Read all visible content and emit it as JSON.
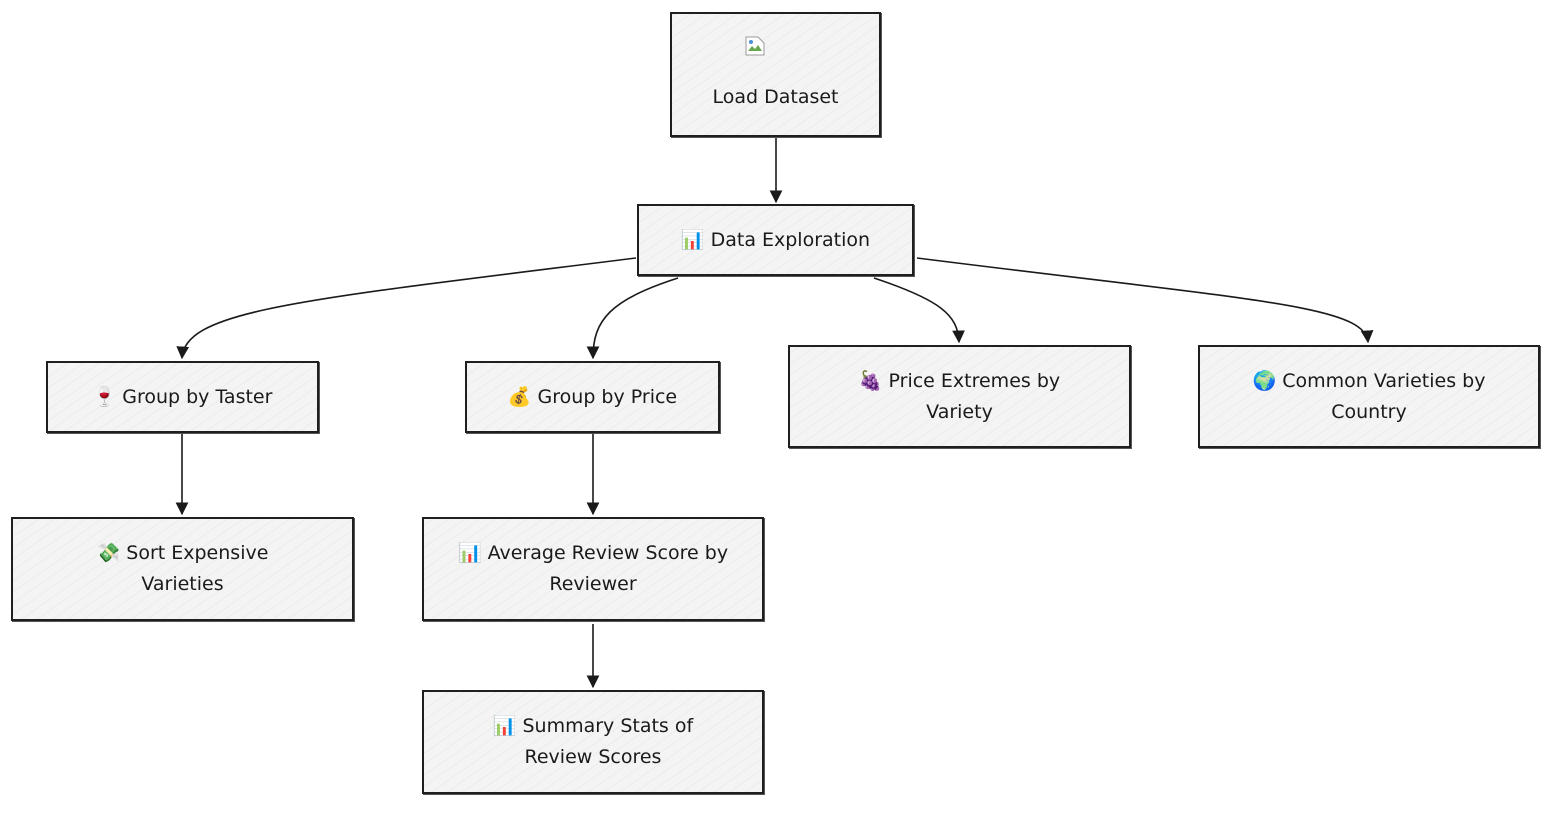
{
  "diagram": {
    "nodes": [
      {
        "id": "load",
        "name": "node-load-dataset",
        "icon_name": "broken-image-icon",
        "icon": "",
        "label": "Load Dataset"
      },
      {
        "id": "explore",
        "name": "node-data-exploration",
        "icon_name": "bar-chart-icon",
        "icon": "📊",
        "label": "Data Exploration"
      },
      {
        "id": "taster",
        "name": "node-group-by-taster",
        "icon_name": "wine-glass-icon",
        "icon": "🍷",
        "label": "Group by Taster"
      },
      {
        "id": "price",
        "name": "node-group-by-price",
        "icon_name": "money-bag-icon",
        "icon": "💰",
        "label": "Group by Price"
      },
      {
        "id": "extremes",
        "name": "node-price-extremes",
        "icon_name": "grapes-icon",
        "icon": "🍇",
        "label": "Price Extremes by Variety"
      },
      {
        "id": "common",
        "name": "node-common-varieties",
        "icon_name": "globe-icon",
        "icon": "🌍",
        "label": "Common Varieties by Country"
      },
      {
        "id": "sort",
        "name": "node-sort-expensive",
        "icon_name": "money-wings-icon",
        "icon": "💸",
        "label": "Sort Expensive Varieties"
      },
      {
        "id": "avg",
        "name": "node-average-review-score",
        "icon_name": "bar-chart-icon",
        "icon": "📊",
        "label": "Average Review Score by Reviewer"
      },
      {
        "id": "summary",
        "name": "node-summary-stats",
        "icon_name": "bar-chart-icon",
        "icon": "📊",
        "label": "Summary Stats of Review Scores"
      }
    ],
    "edges": [
      {
        "from": "load",
        "to": "explore"
      },
      {
        "from": "explore",
        "to": "taster"
      },
      {
        "from": "explore",
        "to": "price"
      },
      {
        "from": "explore",
        "to": "extremes"
      },
      {
        "from": "explore",
        "to": "common"
      },
      {
        "from": "taster",
        "to": "sort"
      },
      {
        "from": "price",
        "to": "avg"
      },
      {
        "from": "avg",
        "to": "summary"
      }
    ]
  }
}
